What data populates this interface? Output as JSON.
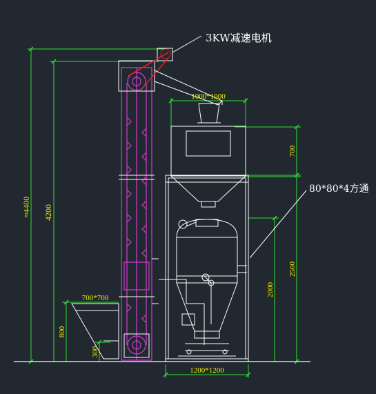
{
  "callouts": {
    "motor": "3KW减速电机",
    "frame_tube": "80*80*4方通"
  },
  "dimensions": {
    "total_height": "≈4400",
    "elevator_height": "4200",
    "hopper_top_size": "1000*1000",
    "hopper_height": "700",
    "frame_height": "2500",
    "tank_height": "2000",
    "feed_hopper_size": "700*700",
    "feed_height": "800",
    "boot_height": "300",
    "base_size": "1200*1200"
  },
  "colors": {
    "background": "#212830",
    "structure": "#ffffff",
    "elevator": "#d23cd2",
    "dimension": "#2fe02f",
    "dimension_text_alt": "#f2f200",
    "motor_accent": "#e0202a"
  }
}
